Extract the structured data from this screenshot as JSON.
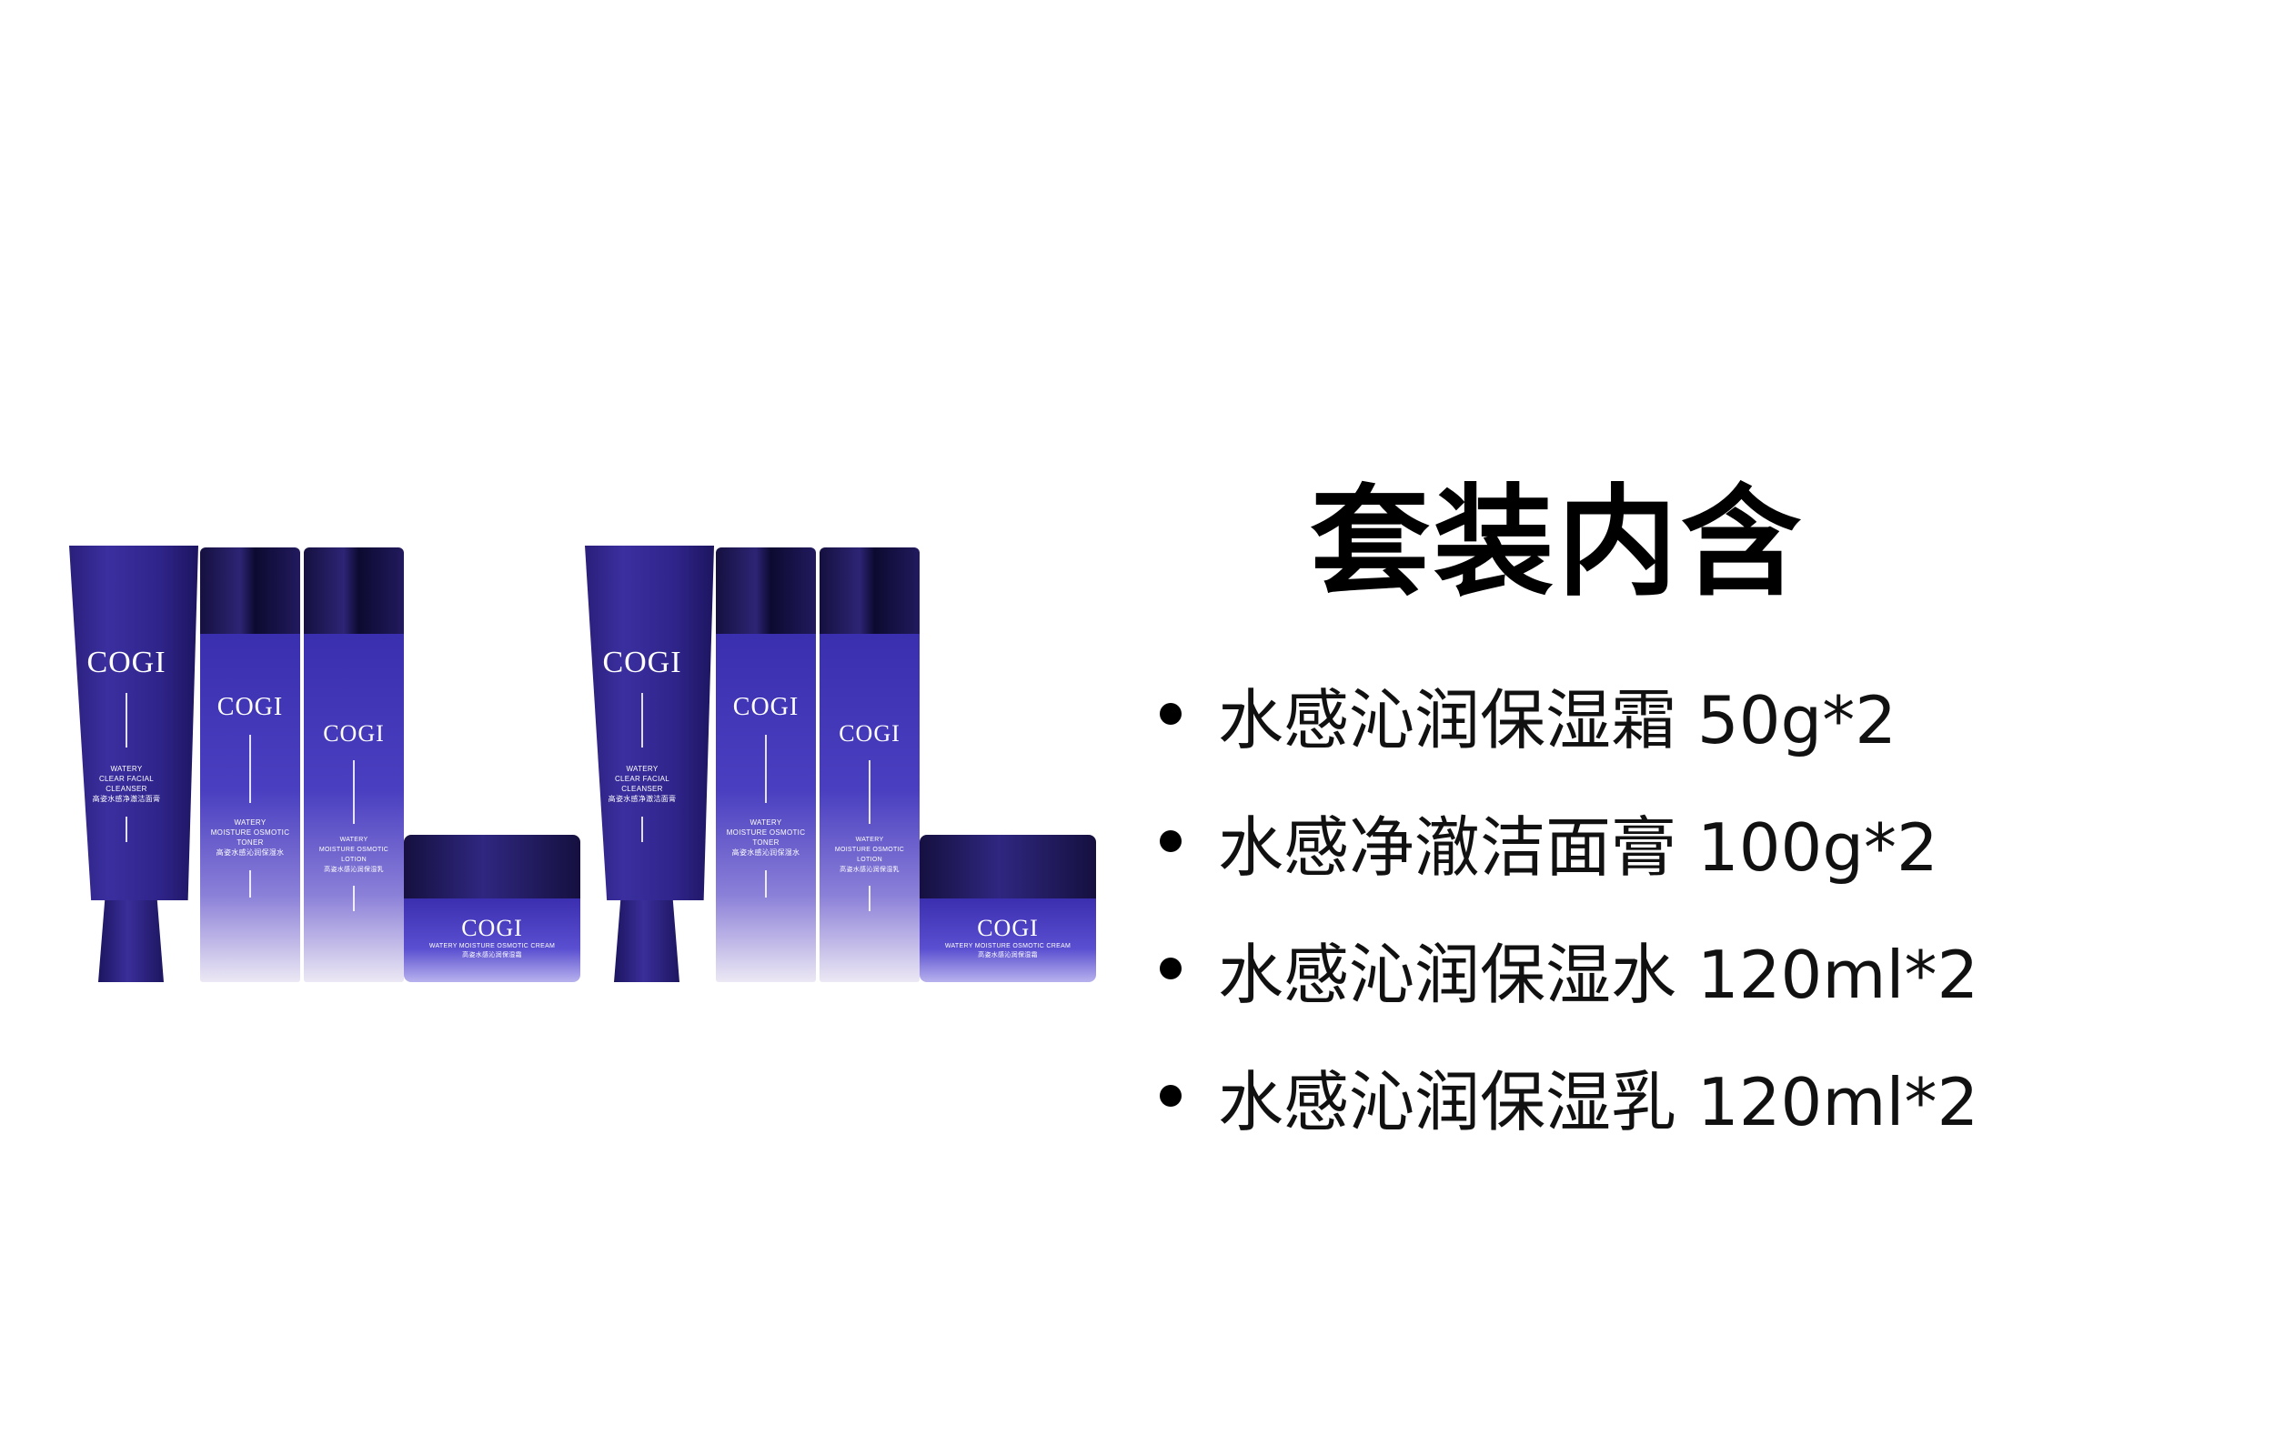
{
  "products": {
    "brand": "COGI",
    "cleanser": {
      "en": [
        "WATERY",
        "CLEAR FACIAL",
        "CLEANSER"
      ],
      "cn": "高姿水感净澈洁面膏"
    },
    "toner": {
      "en": [
        "WATERY",
        "MOISTURE OSMOTIC",
        "TONER"
      ],
      "cn": "高姿水感沁润保湿水"
    },
    "lotion": {
      "en": [
        "WATERY",
        "MOISTURE OSMOTIC",
        "LOTION"
      ],
      "cn": "高姿水感沁润保湿乳"
    },
    "cream": {
      "en": "WATERY MOISTURE OSMOTIC CREAM",
      "cn": "高姿水感沁润保湿霜"
    }
  },
  "title": "套装内含",
  "items": [
    "水感沁润保湿霜 50g*2",
    "水感净澈洁面膏 100g*2",
    "水感沁润保湿水 120ml*2",
    "水感沁润保湿乳 120ml*2"
  ]
}
